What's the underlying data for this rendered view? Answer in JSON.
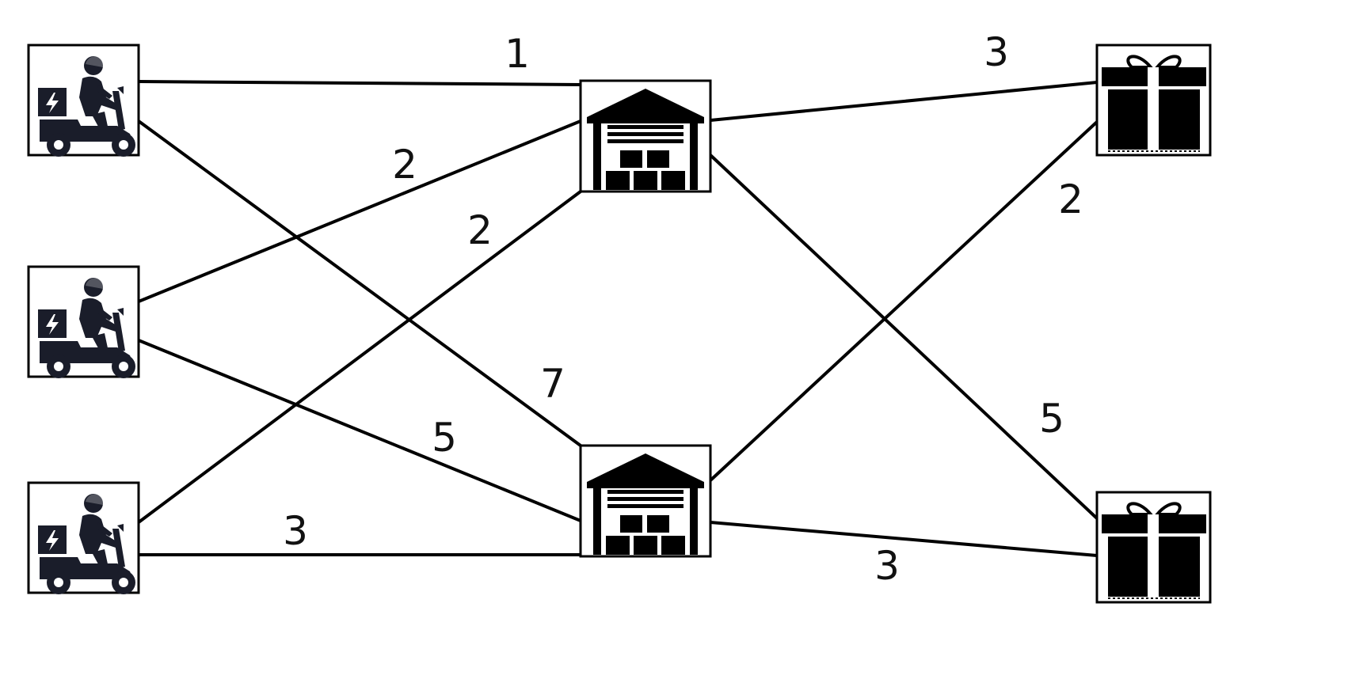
{
  "colors": {
    "line": "#000000",
    "background": "#ffffff",
    "icon_fill": "#000000",
    "scooter_fill": "#1a1d2a"
  },
  "nodes": {
    "couriers": [
      {
        "icon": "scooter-courier-icon"
      },
      {
        "icon": "scooter-courier-icon"
      },
      {
        "icon": "scooter-courier-icon"
      }
    ],
    "warehouses": [
      {
        "icon": "warehouse-icon"
      },
      {
        "icon": "warehouse-icon"
      }
    ],
    "destinations": [
      {
        "icon": "gift-box-icon"
      },
      {
        "icon": "gift-box-icon"
      }
    ]
  },
  "edges": [
    {
      "from": "courier-1",
      "to": "warehouse-1",
      "weight": "1"
    },
    {
      "from": "courier-1",
      "to": "warehouse-2",
      "weight": "7"
    },
    {
      "from": "courier-2",
      "to": "warehouse-1",
      "weight": "2"
    },
    {
      "from": "courier-2",
      "to": "warehouse-2",
      "weight": "5"
    },
    {
      "from": "courier-3",
      "to": "warehouse-1",
      "weight": "2"
    },
    {
      "from": "courier-3",
      "to": "warehouse-2",
      "weight": "3"
    },
    {
      "from": "warehouse-1",
      "to": "gift-1",
      "weight": "3"
    },
    {
      "from": "warehouse-1",
      "to": "gift-2",
      "weight": "5"
    },
    {
      "from": "warehouse-2",
      "to": "gift-1",
      "weight": "2"
    },
    {
      "from": "warehouse-2",
      "to": "gift-2",
      "weight": "3"
    }
  ]
}
